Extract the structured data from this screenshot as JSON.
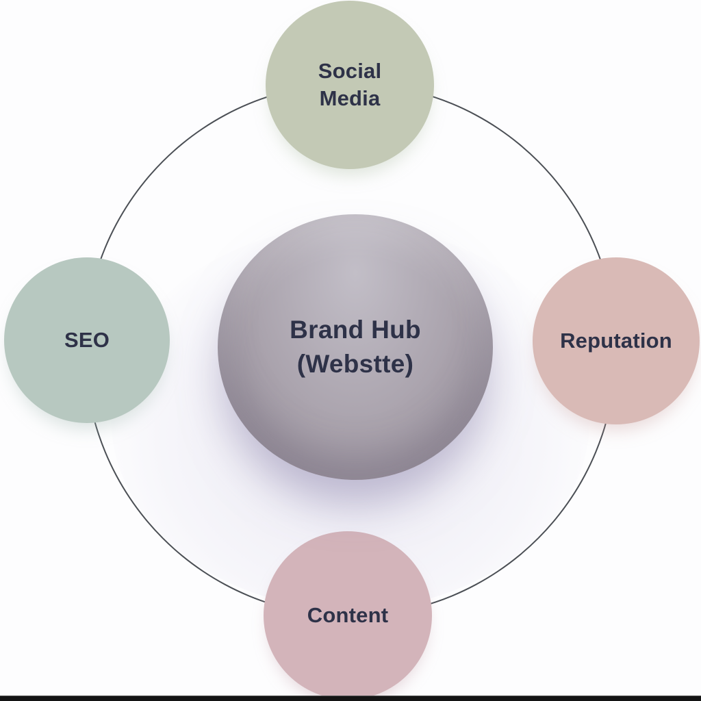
{
  "diagram": {
    "type": "hub-and-spoke",
    "hub": {
      "line1": "Brand Hub",
      "line2": "(Webstte)"
    },
    "nodes": {
      "social": {
        "line1": "Social",
        "line2": "Media",
        "position": "top"
      },
      "seo": {
        "label": "SEO",
        "position": "left"
      },
      "reputation": {
        "label": "Reputation",
        "position": "right"
      },
      "content": {
        "label": "Content",
        "position": "bottom"
      }
    }
  },
  "colors": {
    "bg": "#fdfdfe",
    "ring": "#4b4f55",
    "node-social": "#c3c9b5",
    "node-seo": "#b7c8c0",
    "node-reputation": "#d9bab6",
    "node-content": "#d3b4ba",
    "hub-top": "#c2bec7",
    "hub-mid": "#a9a2ac",
    "hub-bottom": "#8d8692",
    "text": "#2e3248",
    "footer-bar": "#141414"
  }
}
